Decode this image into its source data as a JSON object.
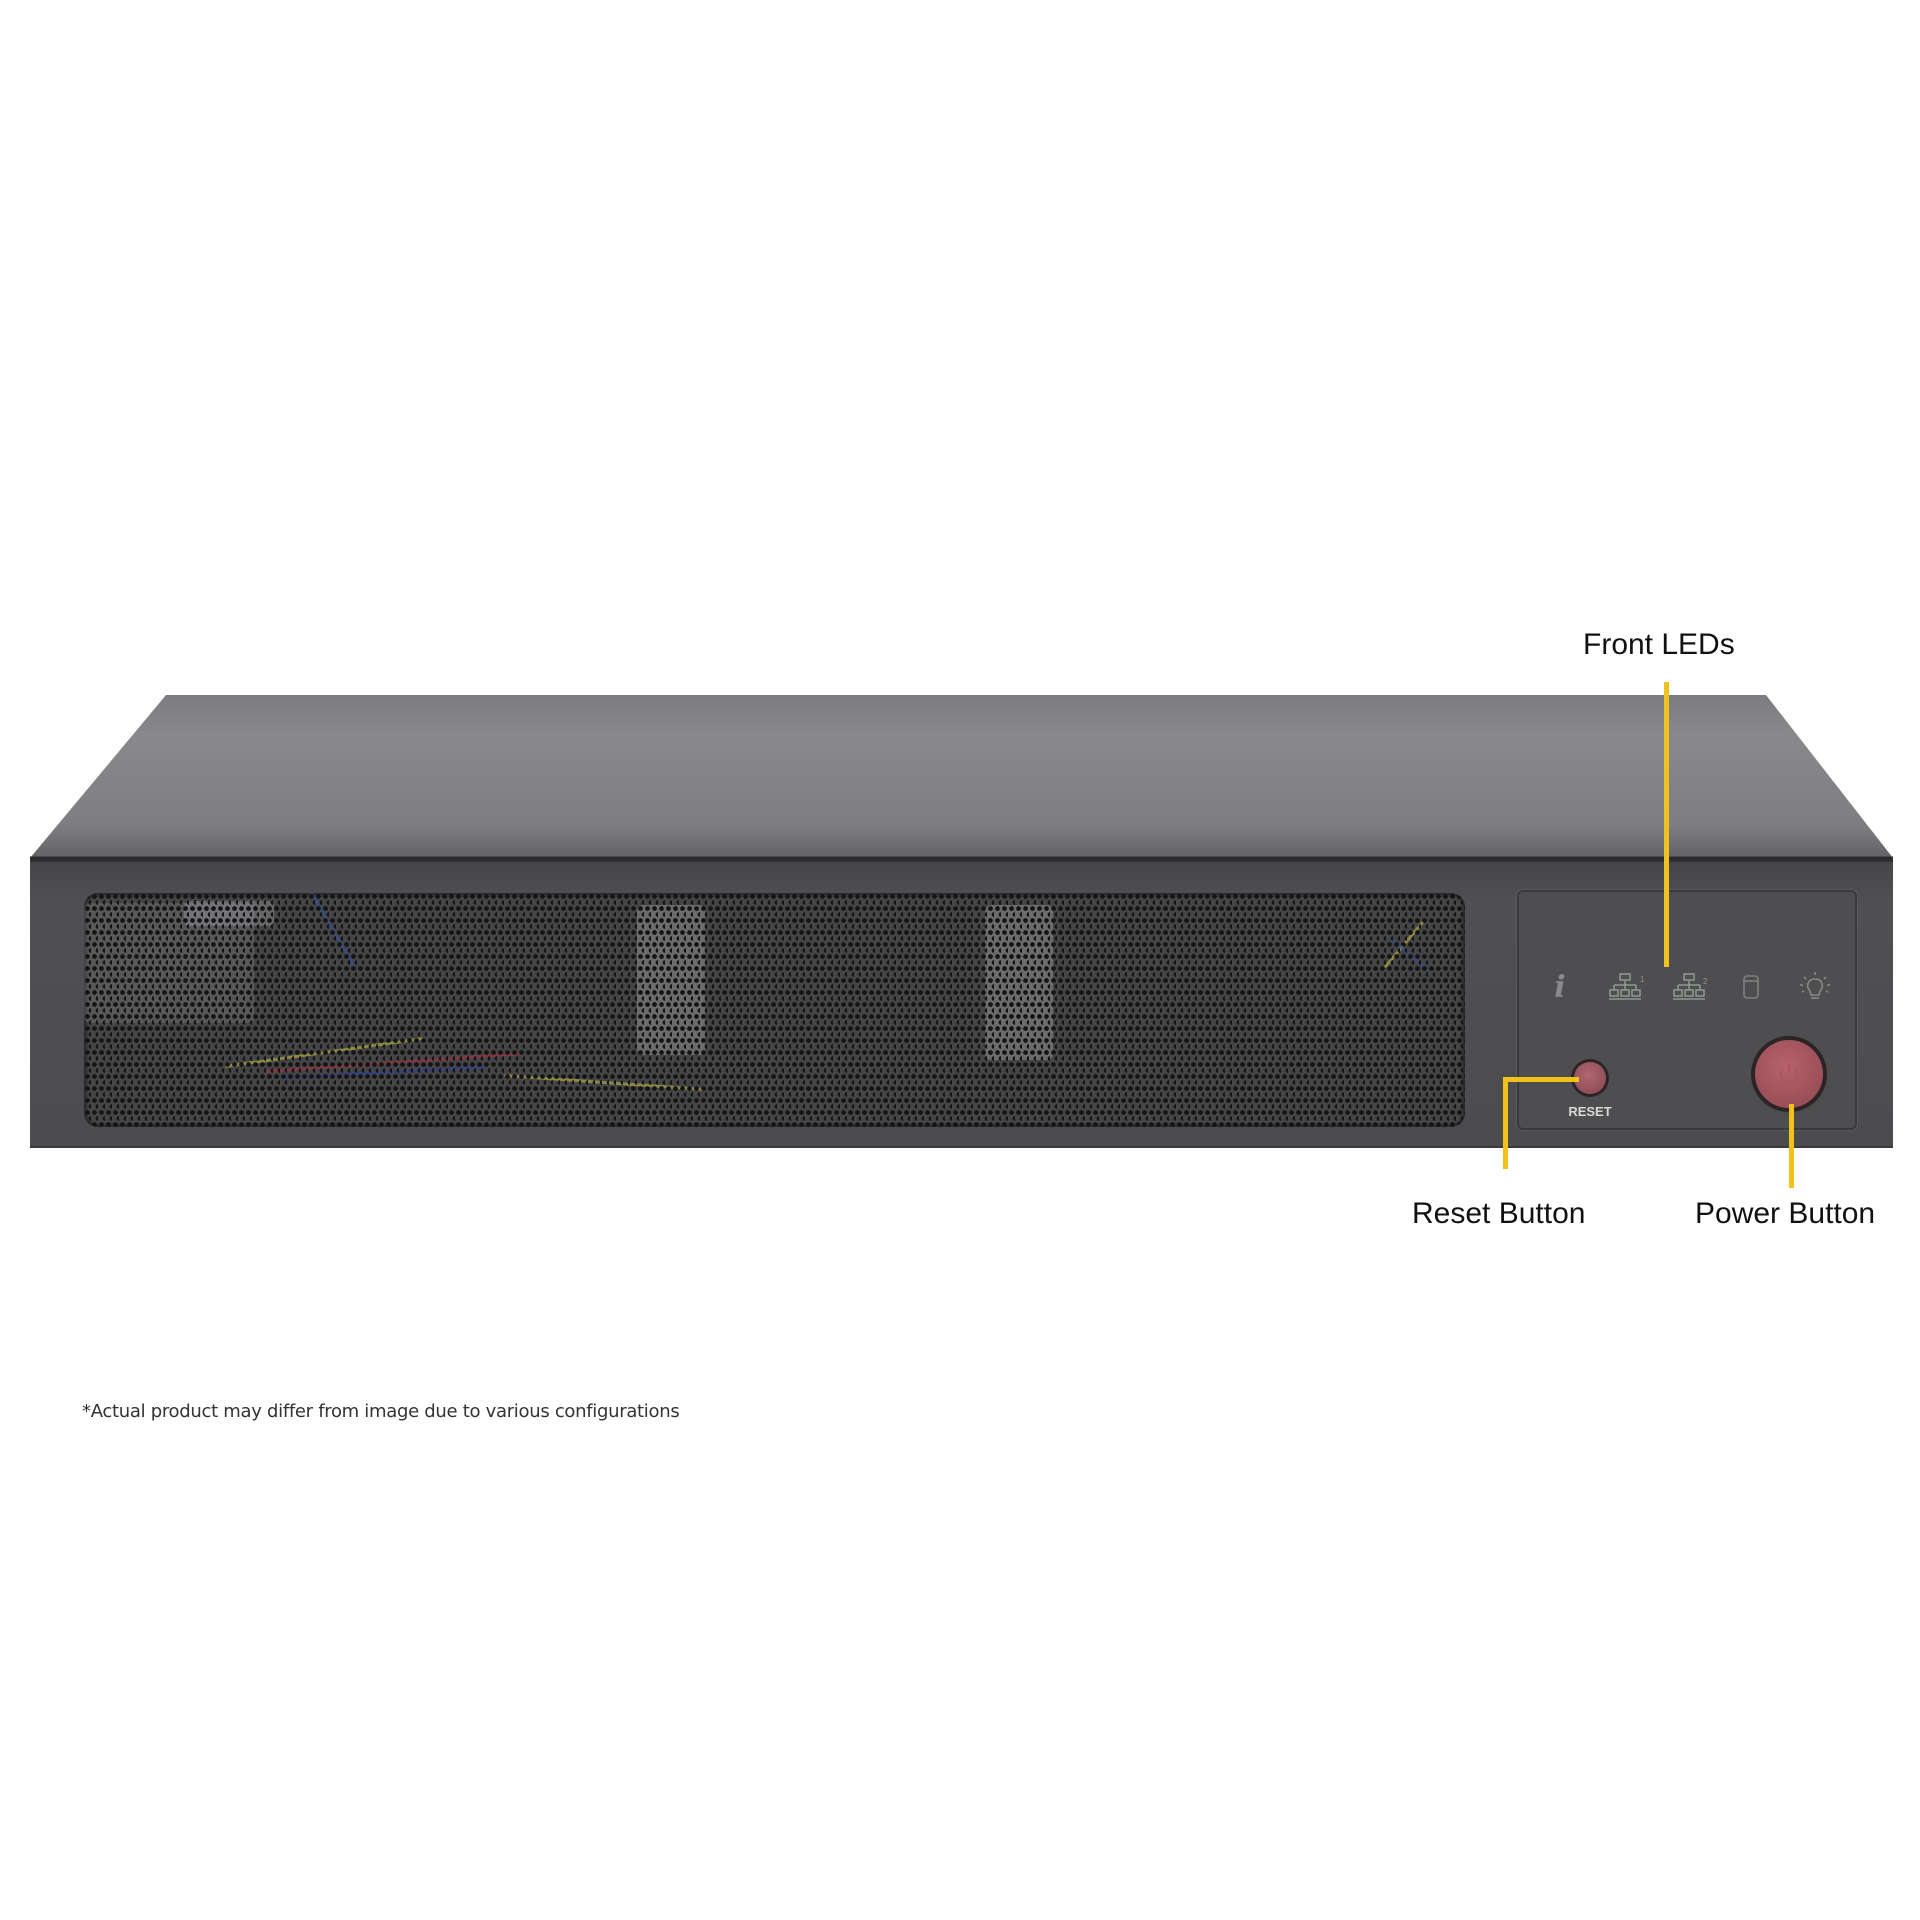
{
  "callouts": {
    "front_leds": "Front LEDs",
    "reset_button": "Reset Button",
    "power_button": "Power Button"
  },
  "panel": {
    "reset_label": "RESET",
    "leds": [
      {
        "name": "info-led",
        "icon": "info-icon"
      },
      {
        "name": "lan1-led",
        "icon": "network-icon"
      },
      {
        "name": "lan2-led",
        "icon": "network-icon"
      },
      {
        "name": "hdd-led",
        "icon": "hdd-icon"
      },
      {
        "name": "power-led",
        "icon": "lightbulb-icon"
      }
    ]
  },
  "disclaimer": "*Actual product may differ from image due to various configurations",
  "colors": {
    "leader_line": "#f1c21b",
    "button_red": "#a3545e",
    "chassis_top": "#87878a",
    "chassis_front": "#4c4c4f"
  }
}
